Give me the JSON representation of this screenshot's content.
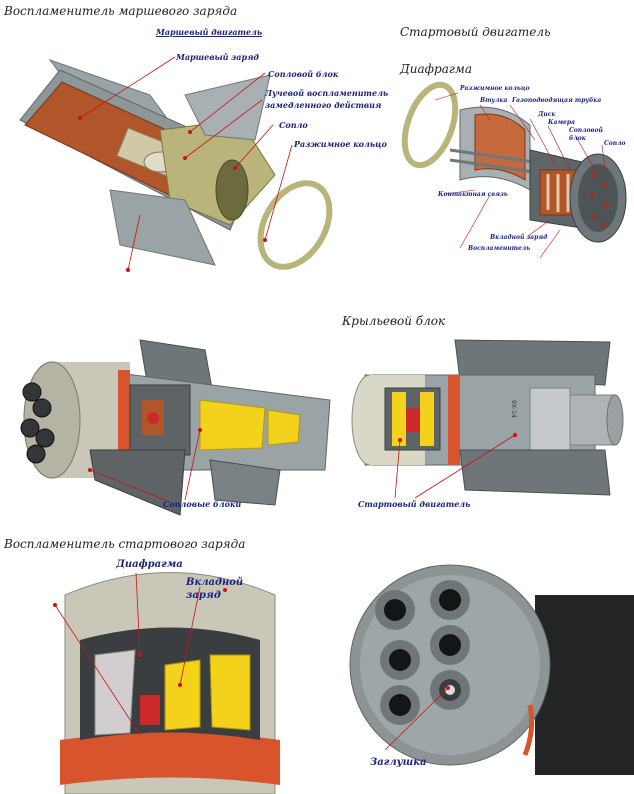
{
  "sections": {
    "igniter_main_charge": "Воспламенитель маршевого заряда",
    "start_engine": "Стартовый двигатель",
    "diaphragm_header": "Диафрагма",
    "wing_block": "Крыльевой блок",
    "igniter_start_charge": "Воспламенитель стартового заряда"
  },
  "fig1": {
    "title": "Маршевый двигатель",
    "labels": {
      "main_charge": "Маршевый заряд",
      "nozzle_block": "Сопловой блок",
      "beam_igniter_l1": "Лучевой воспламенитель",
      "beam_igniter_l2": "замедленного действия",
      "nozzle": "Сопло",
      "spacer_ring": "Разжимное кольцо"
    }
  },
  "fig2": {
    "labels": {
      "spacer_ring": "Разжимное кольцо",
      "sleeve": "Втулка",
      "gas_tubes": "Газоподводящая трубка",
      "disk": "Диск",
      "chamber": "Камера",
      "nozzle_block_l1": "Сопловой",
      "nozzle_block_l2": "блок",
      "nozzle": "Сопло",
      "contact_gap": "Контактная связь",
      "insert_charge": "Вкладной заряд",
      "igniter": "Воспламенитель"
    }
  },
  "fig3": {
    "labels": {
      "nozzle_blocks": "Сопловые блоки"
    }
  },
  "fig4": {
    "labels": {
      "start_engine": "Стартовый двигатель",
      "marking": "9Х-14"
    }
  },
  "fig5": {
    "labels": {
      "diaphragm": "Диафрагма",
      "insert_l1": "Вкладной",
      "insert_l2": "заряд"
    }
  },
  "fig6": {
    "labels": {
      "plug": "Заглушка"
    }
  },
  "colors": {
    "label_blue": "#1a237e",
    "leader_red": "#d01010",
    "body_grey": "#9aa3a6",
    "orange": "#d8542c",
    "copper": "#b0562a",
    "yellow": "#f2d21a",
    "olive": "#b9b479"
  }
}
